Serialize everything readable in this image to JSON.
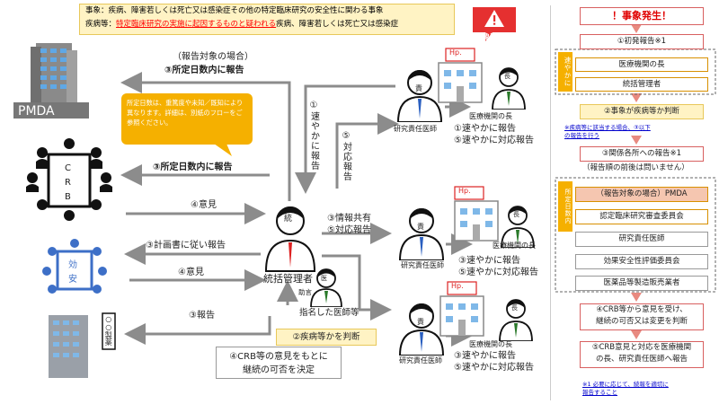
{
  "top_note": {
    "line1": "事象：疾病、障害若しくは死亡又は感染症その他の特定臨床研究の安全性に関わる事象",
    "line2_prefix": "疾病等：",
    "line2_highlight": "特定臨床研究の実施に起因するものと疑われる",
    "line2_suffix": "疾病、障害若しくは死亡又は感染症"
  },
  "alert_label": "事象発生",
  "pmda_label": "PMDA",
  "crb_label_c": "C",
  "crb_label_r": "R",
  "crb_label_b": "B",
  "kouan_label_1": "効",
  "kouan_label_2": "安",
  "company_label": "○○製薬",
  "callout_text": "所定日数は、重篤度や未知／既知により異なります。詳細は、別紙のフローをご参照ください。",
  "edges": {
    "report_pmda_1": "（報告対象の場合）",
    "report_pmda_2": "③所定日数内に報告",
    "report_crb": "③所定日数内に報告",
    "opinion_crb": "④意見",
    "plan_report": "③計画書に従い報告",
    "opinion_kouan": "④意見",
    "report_company": "③報告",
    "prompt_report": "①速やかに報告",
    "respond_report": "⑤対応報告",
    "info_share_1": "③情報共有",
    "info_share_2": "⑤対応報告",
    "advice": "助言"
  },
  "nodes": {
    "coordinator": "統括管理者",
    "coordinator_badge": "統",
    "designated_doctor": "指名した医師等",
    "investigator": "研究責任医師",
    "hospital_head": "医療機関の長",
    "hp": "Hp.",
    "head_badge": "長",
    "investigator_badge": "責",
    "doctor_badge": "医",
    "site1_r1": "①速やかに報告",
    "site1_r2": "⑤速やかに対応報告",
    "site_r1": "③速やかに報告",
    "site_r2": "⑤速やかに対応報告"
  },
  "judge_pill": "②疾病等かを判断",
  "decision_box_1": "④CRB等の意見をもとに",
  "decision_box_2": "継続の可否を決定",
  "flow": {
    "start": "！事象発生！",
    "step1": "①初発報告※1",
    "tag_prompt": "速やかに",
    "step1_a": "医療機関の長",
    "step1_b": "統括管理者",
    "step2": "②事象が疾病等か判断",
    "step2_note_1": "※疾病等に該当する場合、③以下",
    "step2_note_2": "の報告を行う",
    "step3": "③関係各所への報告※1",
    "step3_sub": "（報告順の前後は問いません）",
    "tag_days": "所定日数内",
    "step3_a": "（報告対象の場合）PMDA",
    "step3_b": "認定臨床研究審査委員会",
    "step3_c": "研究責任医師",
    "step3_d": "効果安全性評価委員会",
    "step3_e": "医薬品等製造販売業者",
    "step4_1": "④CRB等から意見を受け、",
    "step4_2": "継続の可否又は変更を判断",
    "step5_1": "⑤CRB意見と対応を医療機関",
    "step5_2": "の長、研究責任医師へ報告",
    "footnote_1": "※1 必要に応じて、続報を適切に",
    "footnote_2": "報告すること"
  }
}
